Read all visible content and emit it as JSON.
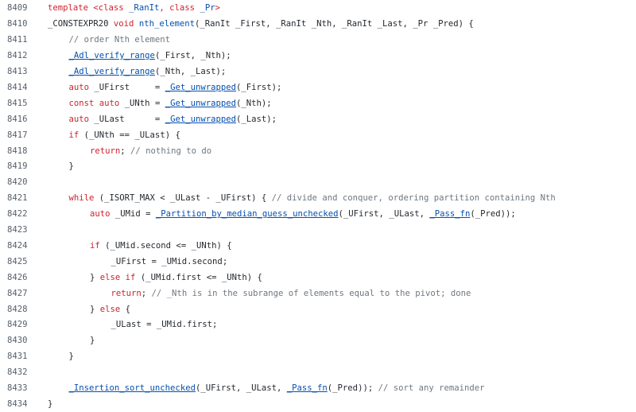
{
  "code_view": {
    "lines": [
      {
        "number": "8409",
        "indent": 0,
        "tokens": [
          {
            "t": "kw",
            "v": "template"
          },
          {
            "t": "pl",
            "v": " "
          },
          {
            "t": "kw",
            "v": "<class"
          },
          {
            "t": "pl",
            "v": " "
          },
          {
            "t": "tp",
            "v": "_RanIt"
          },
          {
            "t": "kw",
            "v": ","
          },
          {
            "t": "pl",
            "v": " "
          },
          {
            "t": "kw",
            "v": "class"
          },
          {
            "t": "pl",
            "v": " "
          },
          {
            "t": "tp",
            "v": "_Pr"
          },
          {
            "t": "kw",
            "v": ">"
          }
        ]
      },
      {
        "number": "8410",
        "indent": 0,
        "tokens": [
          {
            "t": "pl",
            "v": "_CONSTEXPR20 "
          },
          {
            "t": "kw",
            "v": "void"
          },
          {
            "t": "pl",
            "v": " "
          },
          {
            "t": "fn",
            "v": "nth_element"
          },
          {
            "t": "pl",
            "v": "(_RanIt _First, _RanIt _Nth, _RanIt _Last, _Pr _Pred) {"
          }
        ]
      },
      {
        "number": "8411",
        "indent": 1,
        "tokens": [
          {
            "t": "cm",
            "v": "// order Nth element"
          }
        ]
      },
      {
        "number": "8412",
        "indent": 1,
        "tokens": [
          {
            "t": "fnu",
            "v": "_Adl_verify_range"
          },
          {
            "t": "pl",
            "v": "(_First, _Nth);"
          }
        ]
      },
      {
        "number": "8413",
        "indent": 1,
        "tokens": [
          {
            "t": "fnu",
            "v": "_Adl_verify_range"
          },
          {
            "t": "pl",
            "v": "(_Nth, _Last);"
          }
        ]
      },
      {
        "number": "8414",
        "indent": 1,
        "tokens": [
          {
            "t": "kw",
            "v": "auto"
          },
          {
            "t": "pl",
            "v": " _UFirst     = "
          },
          {
            "t": "fnu",
            "v": "_Get_unwrapped"
          },
          {
            "t": "pl",
            "v": "(_First);"
          }
        ]
      },
      {
        "number": "8415",
        "indent": 1,
        "tokens": [
          {
            "t": "kw",
            "v": "const"
          },
          {
            "t": "pl",
            "v": " "
          },
          {
            "t": "kw",
            "v": "auto"
          },
          {
            "t": "pl",
            "v": " _UNth = "
          },
          {
            "t": "fnu",
            "v": "_Get_unwrapped"
          },
          {
            "t": "pl",
            "v": "(_Nth);"
          }
        ]
      },
      {
        "number": "8416",
        "indent": 1,
        "tokens": [
          {
            "t": "kw",
            "v": "auto"
          },
          {
            "t": "pl",
            "v": " _ULast      = "
          },
          {
            "t": "fnu",
            "v": "_Get_unwrapped"
          },
          {
            "t": "pl",
            "v": "(_Last);"
          }
        ]
      },
      {
        "number": "8417",
        "indent": 1,
        "tokens": [
          {
            "t": "kw",
            "v": "if"
          },
          {
            "t": "pl",
            "v": " (_UNth == _ULast) {"
          }
        ]
      },
      {
        "number": "8418",
        "indent": 2,
        "tokens": [
          {
            "t": "kw",
            "v": "return"
          },
          {
            "t": "pl",
            "v": "; "
          },
          {
            "t": "cm",
            "v": "// nothing to do"
          }
        ]
      },
      {
        "number": "8419",
        "indent": 1,
        "tokens": [
          {
            "t": "pl",
            "v": "}"
          }
        ]
      },
      {
        "number": "8420",
        "indent": 0,
        "tokens": []
      },
      {
        "number": "8421",
        "indent": 1,
        "tokens": [
          {
            "t": "kw",
            "v": "while"
          },
          {
            "t": "pl",
            "v": " (_ISORT_MAX < _ULast - _UFirst) { "
          },
          {
            "t": "cm",
            "v": "// divide and conquer, ordering partition containing Nth"
          }
        ]
      },
      {
        "number": "8422",
        "indent": 2,
        "tokens": [
          {
            "t": "kw",
            "v": "auto"
          },
          {
            "t": "pl",
            "v": " _UMid = "
          },
          {
            "t": "fnu",
            "v": "_Partition_by_median_guess_unchecked"
          },
          {
            "t": "pl",
            "v": "(_UFirst, _ULast, "
          },
          {
            "t": "fnu",
            "v": "_Pass_fn"
          },
          {
            "t": "pl",
            "v": "(_Pred));"
          }
        ]
      },
      {
        "number": "8423",
        "indent": 0,
        "tokens": []
      },
      {
        "number": "8424",
        "indent": 2,
        "tokens": [
          {
            "t": "kw",
            "v": "if"
          },
          {
            "t": "pl",
            "v": " (_UMid.second <= _UNth) {"
          }
        ]
      },
      {
        "number": "8425",
        "indent": 3,
        "tokens": [
          {
            "t": "pl",
            "v": "_UFirst = _UMid.second;"
          }
        ]
      },
      {
        "number": "8426",
        "indent": 2,
        "tokens": [
          {
            "t": "pl",
            "v": "} "
          },
          {
            "t": "kw",
            "v": "else"
          },
          {
            "t": "pl",
            "v": " "
          },
          {
            "t": "kw",
            "v": "if"
          },
          {
            "t": "pl",
            "v": " (_UMid.first <= _UNth) {"
          }
        ]
      },
      {
        "number": "8427",
        "indent": 3,
        "tokens": [
          {
            "t": "kw",
            "v": "return"
          },
          {
            "t": "pl",
            "v": "; "
          },
          {
            "t": "cm",
            "v": "// _Nth is in the subrange of elements equal to the pivot; done"
          }
        ]
      },
      {
        "number": "8428",
        "indent": 2,
        "tokens": [
          {
            "t": "pl",
            "v": "} "
          },
          {
            "t": "kw",
            "v": "else"
          },
          {
            "t": "pl",
            "v": " {"
          }
        ]
      },
      {
        "number": "8429",
        "indent": 3,
        "tokens": [
          {
            "t": "pl",
            "v": "_ULast = _UMid.first;"
          }
        ]
      },
      {
        "number": "8430",
        "indent": 2,
        "tokens": [
          {
            "t": "pl",
            "v": "}"
          }
        ]
      },
      {
        "number": "8431",
        "indent": 1,
        "tokens": [
          {
            "t": "pl",
            "v": "}"
          }
        ]
      },
      {
        "number": "8432",
        "indent": 0,
        "tokens": []
      },
      {
        "number": "8433",
        "indent": 1,
        "tokens": [
          {
            "t": "fnu",
            "v": "_Insertion_sort_unchecked"
          },
          {
            "t": "pl",
            "v": "(_UFirst, _ULast, "
          },
          {
            "t": "fnu",
            "v": "_Pass_fn"
          },
          {
            "t": "pl",
            "v": "(_Pred)); "
          },
          {
            "t": "cm",
            "v": "// sort any remainder"
          }
        ]
      },
      {
        "number": "8434",
        "indent": 0,
        "tokens": [
          {
            "t": "pl",
            "v": "}"
          }
        ]
      }
    ]
  }
}
